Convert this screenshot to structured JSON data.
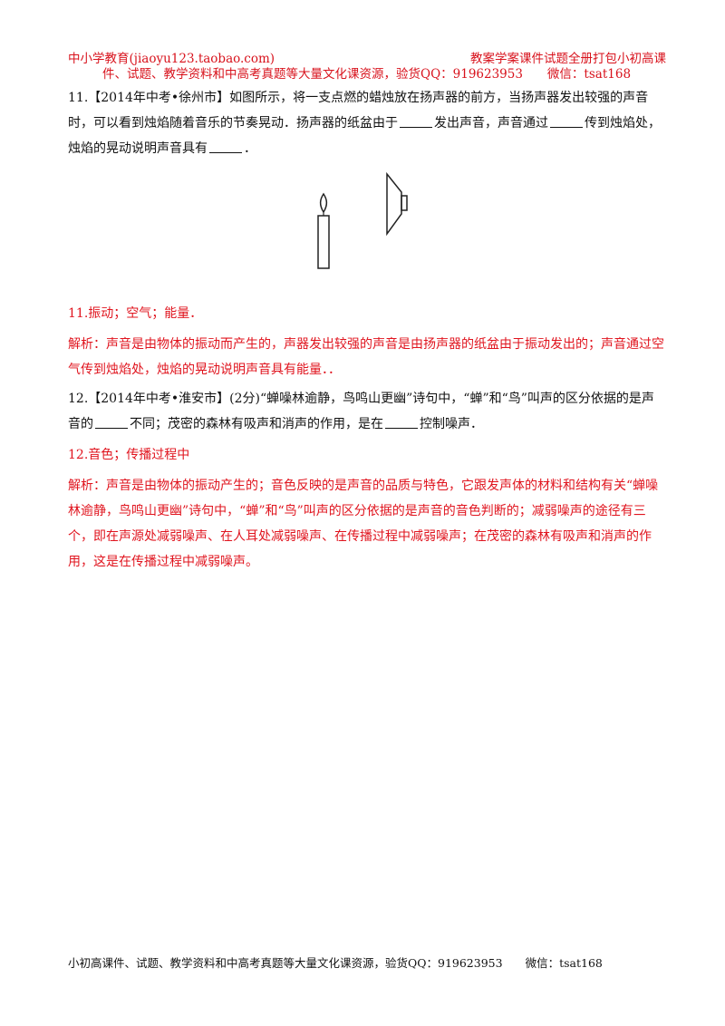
{
  "header": {
    "left": "中小学教育(jiaoyu123.taobao.com)",
    "right": "教案学案课件试题全册打包小初高课",
    "line2": "件、试题、教学资料和中高考真题等大量文化课资源，验货QQ：919623953　　微信：tsat168"
  },
  "q11": {
    "text_a": "11.【2014年中考•徐州市】如图所示，将一支点燃的蜡烛放在扬声器的前方，当扬声器发出较强的声音时，可以看到烛焰随着音乐的节奏晃动．扬声器的纸盆由于",
    "text_b": "发出声音，声音通过",
    "text_c": "传到烛焰处，烛焰的晃动说明声音具有",
    "text_d": "．",
    "answer": "11.振动；空气；能量．",
    "analysis": "解析：声音是由物体的振动而产生的，声器发出较强的声音是由扬声器的纸盆由于振动发出的；声音通过空气传到烛焰处，烛焰的晃动说明声音具有能量．．"
  },
  "q12": {
    "text_a": "12.【2014年中考•淮安市】(2分)“蝉噪林逾静，鸟鸣山更幽”诗句中，“蝉”和“鸟”叫声的区分依据的是声音的",
    "text_b": "不同；茂密的森林有吸声和消声的作用，是在",
    "text_c": "控制噪声．",
    "answer": "12.音色；传播过程中",
    "analysis": "解析：声音是由物体的振动产生的；音色反映的是声音的品质与特色，它跟发声体的材料和结构有关“蝉噪林逾静，鸟鸣山更幽”诗句中，“蝉”和“鸟”叫声的区分依据的是声音的音色判断的；减弱噪声的途径有三个，即在声源处减弱噪声、在人耳处减弱噪声、在传播过程中减弱噪声；在茂密的森林有吸声和消声的作用，这是在传播过程中减弱噪声。"
  },
  "footer": "小初高课件、试题、教学资料和中高考真题等大量文化课资源，验货QQ：919623953　　微信：tsat168"
}
